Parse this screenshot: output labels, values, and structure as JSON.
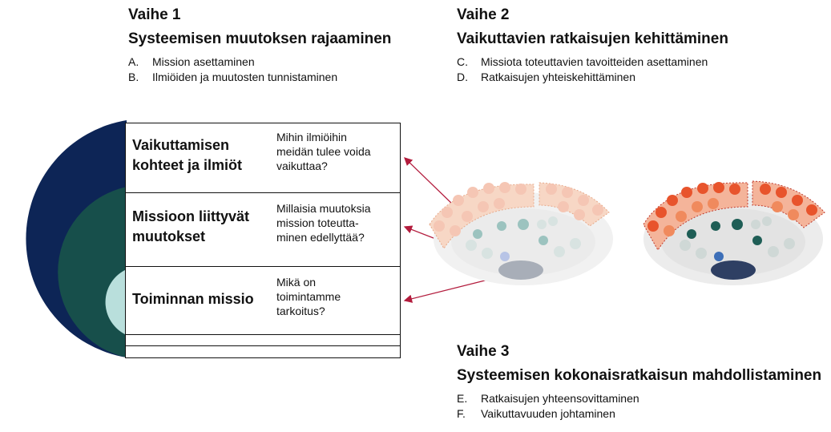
{
  "phases": [
    {
      "label": "Vaihe 1",
      "title": "Systeemisen muutoksen rajaaminen",
      "items": [
        {
          "letter": "A.",
          "text": "Mission asettaminen"
        },
        {
          "letter": "B.",
          "text": "Ilmiöiden ja muutosten tunnistaminen"
        }
      ]
    },
    {
      "label": "Vaihe 2",
      "title": "Vaikuttavien ratkaisujen kehittäminen",
      "items": [
        {
          "letter": "C.",
          "text": "Missiota toteuttavien tavoitteiden asettaminen"
        },
        {
          "letter": "D.",
          "text": "Ratkaisujen yhteiskehittäminen"
        }
      ]
    },
    {
      "label": "Vaihe 3",
      "title": "Systeemisen kokonaisratkaisun mahdollistaminen",
      "items": [
        {
          "letter": "E.",
          "text": "Ratkaisujen yhteensovittaminen"
        },
        {
          "letter": "F.",
          "text": "Vaikuttavuuden johtaminen"
        }
      ]
    }
  ],
  "levels": [
    {
      "heading": [
        "Vaikuttamisen",
        "kohteet ja ilmiöt"
      ],
      "question": [
        "Mihin ilmiöihin",
        "meidän tulee voida",
        "vaikuttaa?"
      ]
    },
    {
      "heading": [
        "Missioon liittyvät",
        "muutokset"
      ],
      "question": [
        "Millaisia muutoksia",
        "mission toteutta-",
        "minen edellyttää?"
      ]
    },
    {
      "heading": [
        "Toiminnan missio"
      ],
      "question": [
        "Mikä on",
        "toimintamme",
        "tarkoitus?"
      ]
    }
  ],
  "colors": {
    "outer": "#0d2556",
    "middle": "#174f4b",
    "inner": "#b9dfdc",
    "arrow": "#b31c3d",
    "orange": "#e8542c"
  }
}
